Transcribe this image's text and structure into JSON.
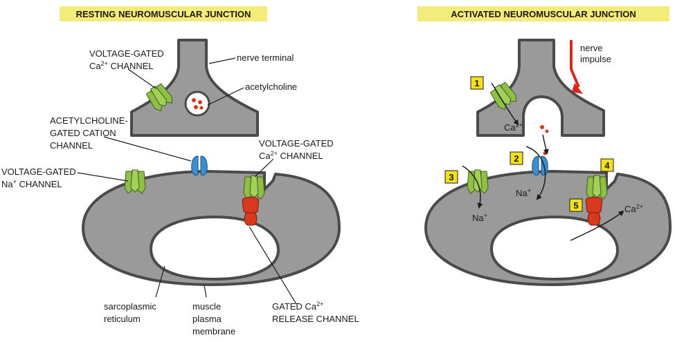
{
  "colors": {
    "cell_fill": "#9a9a9a",
    "cell_stroke": "#4a4a4a",
    "title_bg": "#f4ec7a",
    "channel_green": "#8fbf45",
    "channel_blue": "#3b8fd0",
    "channel_red": "#d8381e",
    "impulse_red": "#d8281e",
    "number_box": "#f4e11e"
  },
  "left": {
    "title": "RESTING NEUROMUSCULAR JUNCTION",
    "vg_ca_top": {
      "l1": "VOLTAGE-GATED",
      "l2a": "Ca",
      "l2sup": "2+",
      "l2b": " CHANNEL"
    },
    "nerve_terminal": "nerve terminal",
    "acetylcholine": "acetylcholine",
    "ach_gated": {
      "l1": "ACETYLCHOLINE-",
      "l2": "GATED CATION",
      "l3": "CHANNEL"
    },
    "vg_ca_right": {
      "l1": "VOLTAGE-GATED",
      "l2a": "Ca",
      "l2sup": "2+",
      "l2b": " CHANNEL"
    },
    "vg_na": {
      "l1": "VOLTAGE-GATED",
      "l2a": "Na",
      "l2sup": "+",
      "l2b": " CHANNEL"
    },
    "sarcoplasmic": {
      "l1": "sarcoplasmic",
      "l2": "reticulum"
    },
    "muscle": {
      "l1": "muscle",
      "l2": "plasma",
      "l3": "membrane"
    },
    "gated_ca": {
      "l1a": "GATED Ca",
      "l1sup": "2+",
      "l2": "RELEASE CHANNEL"
    }
  },
  "right": {
    "title": "ACTIVATED NEUROMUSCULAR JUNCTION",
    "nerve_impulse": {
      "l1": "nerve",
      "l2": "impulse"
    },
    "steps": [
      "1",
      "2",
      "3",
      "4",
      "5"
    ],
    "ca_a": {
      "base": "Ca",
      "sup": "2+"
    },
    "na_a": {
      "base": "Na",
      "sup": "+"
    },
    "na_b": {
      "base": "Na",
      "sup": "+"
    },
    "ca_b": {
      "base": "Ca",
      "sup": "2+"
    }
  }
}
